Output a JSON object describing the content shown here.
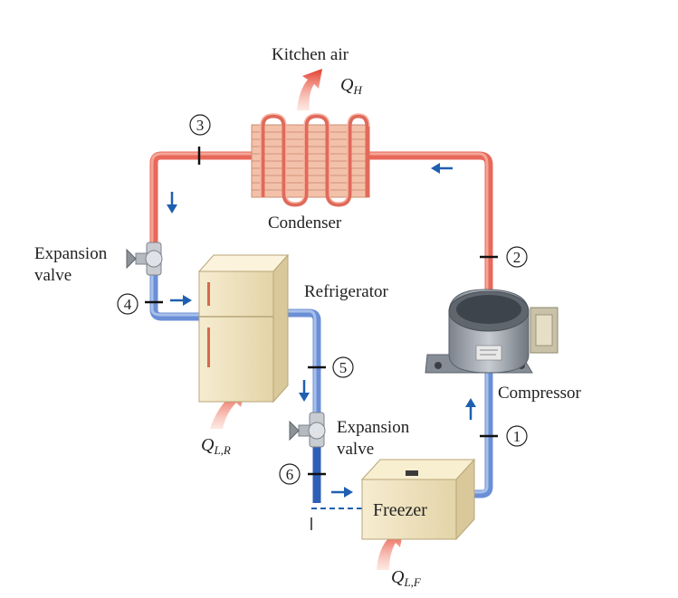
{
  "labels": {
    "kitchen_air": "Kitchen air",
    "q_h": "Q",
    "q_h_sub": "H",
    "condenser": "Condenser",
    "expansion_valve_1_line1": "Expansion",
    "expansion_valve_1_line2": "valve",
    "refrigerator": "Refrigerator",
    "compressor": "Compressor",
    "expansion_valve_2_line1": "Expansion",
    "expansion_valve_2_line2": "valve",
    "freezer": "Freezer",
    "q_lr": "Q",
    "q_lr_sub": "L,R",
    "q_lf": "Q",
    "q_lf_sub": "L,F"
  },
  "state_points": [
    "1",
    "2",
    "3",
    "4",
    "5",
    "6"
  ],
  "colors": {
    "hot_pipe": "#e8685a",
    "hot_pipe_light": "#f3a597",
    "cold_pipe": "#6b8fd6",
    "cold_pipe_light": "#a8c0ea",
    "flow_arrow": "#1f5fb0",
    "heat_arrow": "#e33b2b",
    "appliance_body": "#f2e6c2",
    "appliance_shade": "#d8c89a",
    "compressor_body": "#9aa0a8"
  }
}
